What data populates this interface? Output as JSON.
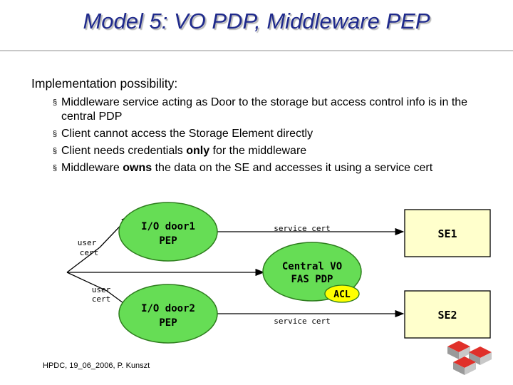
{
  "slide": {
    "title": "Model 5: VO PDP, Middleware PEP",
    "lead": "Implementation possibility:",
    "bullet_mark": "§",
    "bullets": [
      {
        "pre": "Middleware service acting as Door to the storage but access control info is in the central PDP",
        "bold": "",
        "post": ""
      },
      {
        "pre": "Client cannot access the Storage Element directly",
        "bold": "",
        "post": ""
      },
      {
        "pre": "Client needs credentials ",
        "bold": "only",
        "post": " for the middleware"
      },
      {
        "pre": "Middleware ",
        "bold": "owns",
        "post": " the data on the SE and accesses it using a service cert"
      }
    ],
    "footer": "HPDC, 19_06_2006, P. Kunszt"
  },
  "diagram": {
    "user1": [
      "user",
      "cert"
    ],
    "user2": [
      "user",
      "cert"
    ],
    "door1": [
      "I/O door1",
      "PEP"
    ],
    "door2": [
      "I/O door2",
      "PEP"
    ],
    "central": [
      "Central VO",
      "FAS PDP"
    ],
    "acl": "ACL",
    "se1": "SE1",
    "se2": "SE2",
    "service_cert_top": "service cert",
    "service_cert_bottom": "service cert"
  },
  "colors": {
    "title": "#1f2a8c",
    "ellipse_fill": "#66dd55",
    "ellipse_stroke": "#2e7d1e",
    "se_fill": "#ffffcc",
    "acl_fill": "#ffff00",
    "logo_red": "#e0302a"
  },
  "icons": {
    "logo": "red-cubes-logo-icon"
  }
}
